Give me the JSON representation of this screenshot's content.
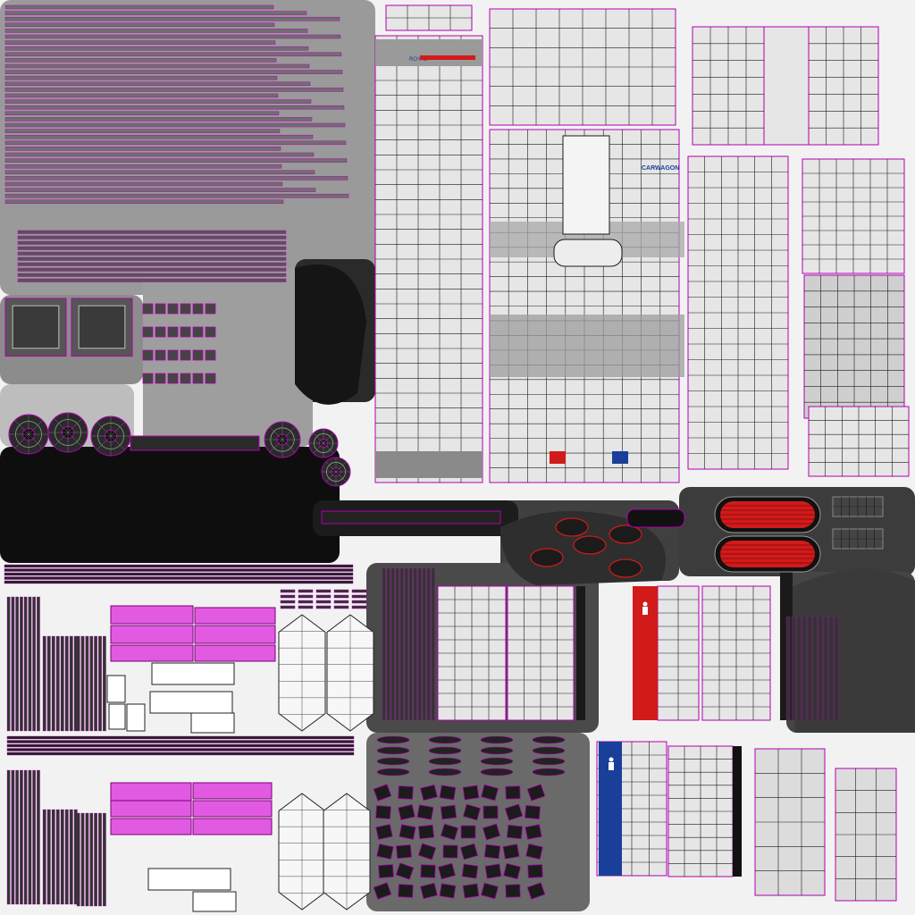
{
  "atlas": {
    "printed_labels": {
      "header_logo_text": "ROYAL",
      "side_wordmark": "CARWAGON"
    },
    "colors": {
      "background": "#f2f2f2",
      "wireframe": "#b100b1",
      "panel_fill": "#e6e6e6",
      "shadow_dark": "#3a3a3a",
      "shadow_black": "#0a0a0a",
      "accent_red": "#d21a1a",
      "accent_blue": "#1a3f9a",
      "grid_line": "#1a1a1a"
    },
    "icons": [
      "person-icon-red",
      "person-icon-blue",
      "sticker-red",
      "sticker-blue"
    ]
  }
}
